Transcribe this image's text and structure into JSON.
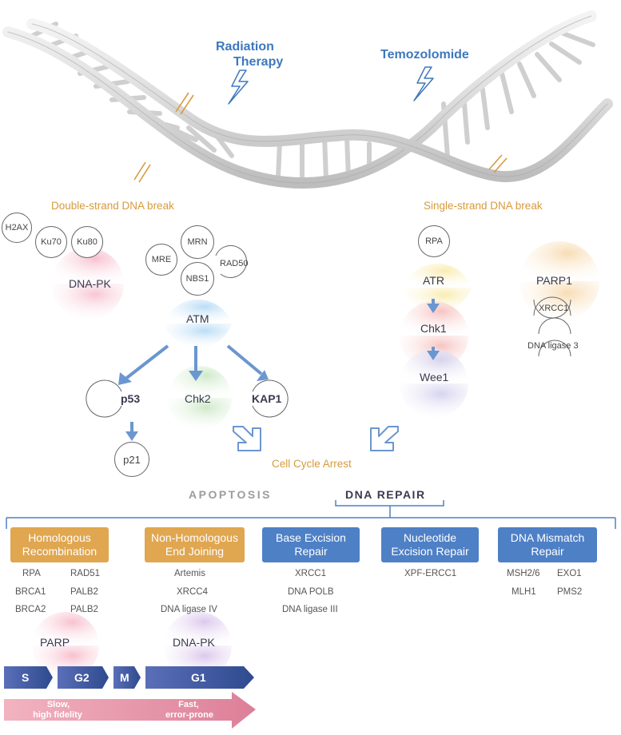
{
  "therapies": {
    "radiation": "Radiation\nTherapy",
    "radiation_line1": "Radiation",
    "radiation_line2": "Therapy",
    "temozolomide": "Temozolomide"
  },
  "breaks": {
    "double_strand": "Double-strand DNA break",
    "single_strand": "Single-strand DNA break"
  },
  "left_proteins": {
    "h2ax": "H2AX",
    "ku70": "Ku70",
    "ku80": "Ku80",
    "dna_pk": "DNA-PK",
    "mre": "MRE",
    "mrn": "MRN",
    "rad50": "RAD50",
    "nbs1": "NBS1",
    "atm": "ATM",
    "p53": "p53",
    "chk2": "Chk2",
    "kap1": "KAP1",
    "p21": "p21"
  },
  "right_proteins": {
    "rpa": "RPA",
    "atr": "ATR",
    "chk1": "Chk1",
    "wee1": "Wee1",
    "parp1": "PARP1",
    "xrcc1": "XRCC1",
    "dna_ligase3": "DNA ligase 3"
  },
  "outcome": {
    "cell_cycle_arrest": "Cell Cycle Arrest",
    "apoptosis": "APOPTOSIS",
    "dna_repair": "DNA REPAIR"
  },
  "repair_pathways": [
    {
      "line1": "Homologous",
      "line2": "Recombination",
      "color": "#e0a650"
    },
    {
      "line1": "Non-Homologous",
      "line2": "End Joining",
      "color": "#e0a650"
    },
    {
      "line1": "Base Excision",
      "line2": "Repair",
      "color": "#4e80c6"
    },
    {
      "line1": "Nucleotide",
      "line2": "Excision Repair",
      "color": "#4e80c6"
    },
    {
      "line1": "DNA Mismatch",
      "line2": "Repair",
      "color": "#4e80c6"
    }
  ],
  "pathway_genes": {
    "hr": [
      "RPA",
      "RAD51",
      "BRCA1",
      "PALB2",
      "BRCA2",
      "PALB2"
    ],
    "nhej": [
      "Artemis",
      "XRCC4",
      "DNA ligase IV"
    ],
    "ber": [
      "XRCC1",
      "DNA POLB",
      "DNA ligase III"
    ],
    "ner": [
      "XPF-ERCC1"
    ],
    "mmr": [
      "MSH2/6",
      "EXO1",
      "MLH1",
      "PMS2"
    ]
  },
  "bottom": {
    "parp": "PARP",
    "dna_pk": "DNA-PK",
    "phases": [
      "S",
      "G2",
      "M",
      "G1"
    ],
    "slow_line1": "Slow,",
    "slow_line2": "high fidelity",
    "fast_line1": "Fast,",
    "fast_line2": "error-prone"
  },
  "colors": {
    "accent_blue": "#3d78bd",
    "accent_orange": "#d89a3e",
    "phase_dark": "#2f4a8f",
    "fidelity_arrow": "#e08aa0"
  }
}
